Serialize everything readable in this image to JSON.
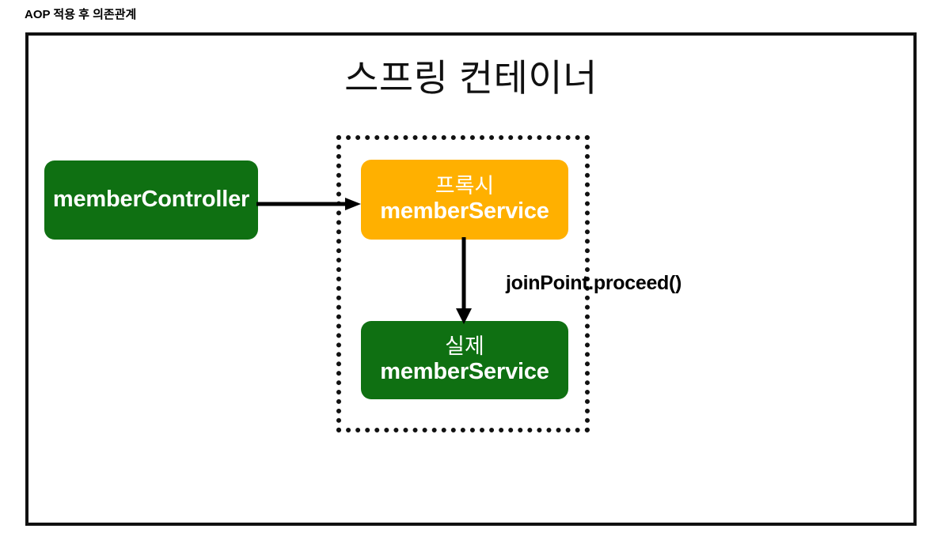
{
  "caption": "AOP 적용 후 의존관계",
  "container": {
    "title": "스프링 컨테이너"
  },
  "nodes": {
    "controller": {
      "label": "memberController",
      "color": "#0f7012",
      "text_color": "#ffffff"
    },
    "proxy": {
      "line1": "프록시",
      "line2": "memberService",
      "color": "#ffb000",
      "text_color": "#ffffff"
    },
    "real": {
      "line1": "실제",
      "line2": "memberService",
      "color": "#0f7012",
      "text_color": "#ffffff"
    }
  },
  "edges": {
    "controller_to_proxy": {
      "label": ""
    },
    "proxy_to_real": {
      "label": "joinPoint.proceed()"
    }
  },
  "colors": {
    "frame": "#111111",
    "dotted_group": "#111111",
    "background": "#ffffff",
    "green": "#0f7012",
    "orange": "#ffb000"
  }
}
